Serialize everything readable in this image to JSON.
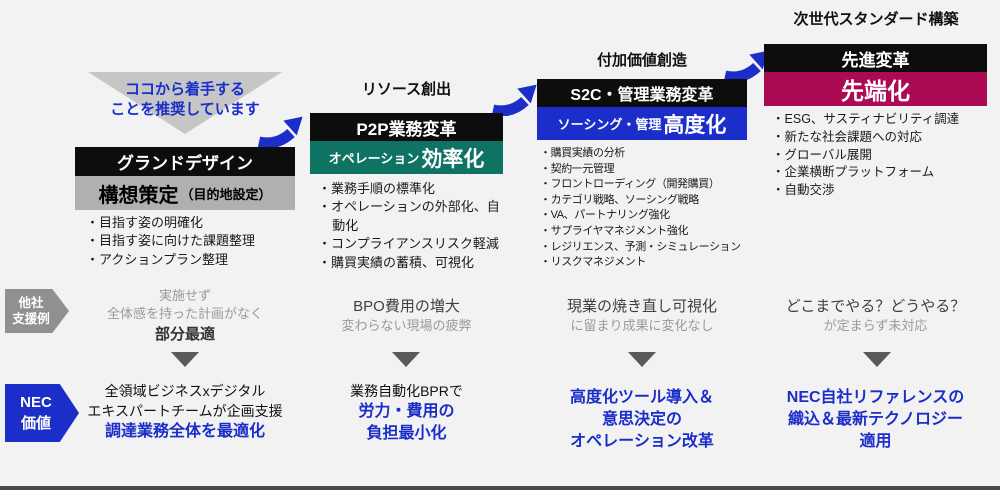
{
  "annotation": {
    "line1": "ココから着手する",
    "line2": "ことを推奨しています"
  },
  "stages": [
    {
      "label": "",
      "header": "グランドデザイン",
      "sub_big": "構想策定",
      "sub_small": "（目的地設定）",
      "bullets": [
        "目指す姿の明確化",
        "目指す姿に向けた課題整理",
        "アクションプラン整理"
      ],
      "others_lines": [
        "実施せず",
        "全体感を持った計画がなく",
        "部分最適"
      ],
      "nec_lines": [
        "全領域ビジネスxデジタル",
        "エキスパートチームが企画支援",
        "調達業務全体を最適化"
      ]
    },
    {
      "label": "リソース創出",
      "header": "P2P業務変革",
      "sub_small": "オペレーション",
      "sub_big": "効率化",
      "bullets": [
        "業務手順の標準化",
        "オペレーションの外部化、自動化",
        "コンプライアンスリスク軽減",
        "購買実績の蓄積、可視化"
      ],
      "others_lines": [
        "BPO費用の増大",
        "変わらない現場の疲弊"
      ],
      "nec_lines": [
        "業務自動化BPRで",
        "労力・費用の",
        "負担最小化"
      ]
    },
    {
      "label": "付加価値創造",
      "header": "S2C・管理業務変革",
      "sub_small": "ソーシング・管理",
      "sub_big": "高度化",
      "bullets": [
        "購買実績の分析",
        "契約一元管理",
        "フロントローディング（開発購買）",
        "カテゴリ戦略、ソーシング戦略",
        "VA、パートナリング強化",
        "サプライヤマネジメント強化",
        "レジリエンス、予測・シミュレーション",
        "リスクマネジメント"
      ],
      "others_lines": [
        "現業の焼き直し可視化",
        "に留まり成果に変化なし"
      ],
      "nec_lines": [
        "高度化ツール導入＆",
        "意思決定の",
        "オペレーション改革"
      ]
    },
    {
      "label": "次世代スタンダード構築",
      "header": "先進変革",
      "sub_big": "先端化",
      "sub_small": "",
      "bullets": [
        "ESG、サスティナビリティ調達",
        "新たな社会課題への対応",
        "グローバル展開",
        "企業横断プラットフォーム",
        "自動交渉"
      ],
      "others_lines": [
        "どこまでやる？どうやる？",
        "が定まらず未対応"
      ],
      "nec_lines": [
        "NEC自社リファレンスの",
        "織込＆最新テクノロジー",
        "適用"
      ]
    }
  ],
  "row_labels": {
    "others_line1": "他社",
    "others_line2": "支援例",
    "nec_line1": "NEC",
    "nec_line2": "価値"
  },
  "colors": {
    "background": "#f2f2f2",
    "black_bar": "#0d0d0d",
    "gray_bar": "#b0b0b0",
    "teal_bar": "#0e7362",
    "blue_accent": "#1b2ec9",
    "crimson_bar": "#ac0a52",
    "muted_text": "#9a9a9a",
    "triangle_gray": "#c6c6c6"
  }
}
